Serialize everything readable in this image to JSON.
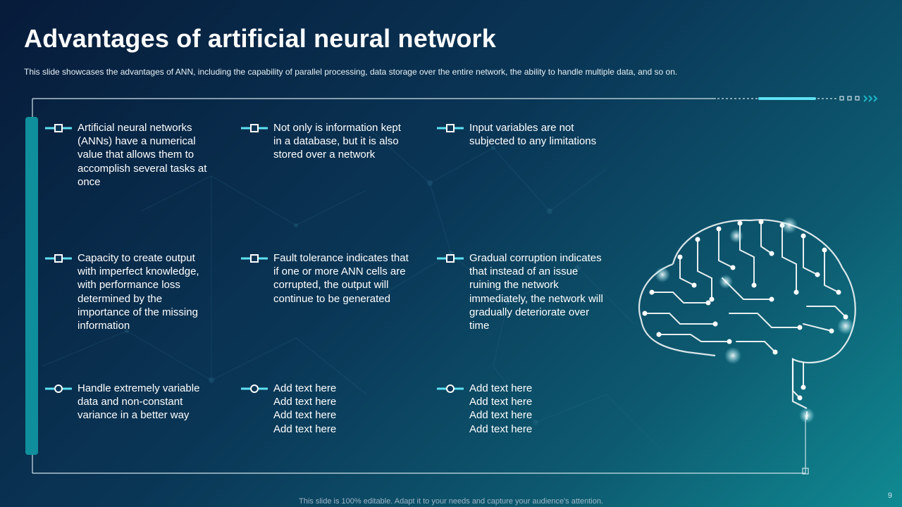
{
  "slide": {
    "title": "Advantages of artificial neural network",
    "subtitle": "This slide showcases the advantages  of ANN, including the capability of parallel processing, data storage over  the entire network, the ability to handle multiple data, and so on.",
    "footer": "This slide is 100% editable. Adapt it to your needs and capture your audience's attention.",
    "page_number": "9"
  },
  "colors": {
    "accent": "#5ee2f2",
    "accent_bar": "#0f8f9c",
    "frame": "#cfe3ea"
  },
  "items": [
    {
      "text": "Artificial neural networks (ANNs) have a numerical value that allows them to accomplish several tasks at once",
      "marker": "square"
    },
    {
      "text": "Not only is information kept in a database, but it is also stored over a network",
      "marker": "square"
    },
    {
      "text": "Input variables are not subjected to any limitations",
      "marker": "square"
    },
    {
      "text": "Capacity to create output with imperfect knowledge, with performance loss determined by the importance of the missing information",
      "marker": "square"
    },
    {
      "text": "Fault tolerance indicates that if one or more ANN cells are corrupted, the output will continue to be generated",
      "marker": "square"
    },
    {
      "text": "Gradual corruption indicates that instead of an issue ruining the network immediately, the network will gradually deteriorate over time",
      "marker": "square"
    },
    {
      "text": "Handle extremely variable data and non-constant variance in a better way",
      "marker": "circle"
    },
    {
      "text": "Add text here Add text here Add text here Add text here",
      "marker": "circle"
    },
    {
      "text": "Add text here Add text here Add text here Add text here",
      "marker": "circle"
    }
  ],
  "icons": {
    "brain": "circuit-brain-icon",
    "chevrons": "chevron-right-icon"
  }
}
